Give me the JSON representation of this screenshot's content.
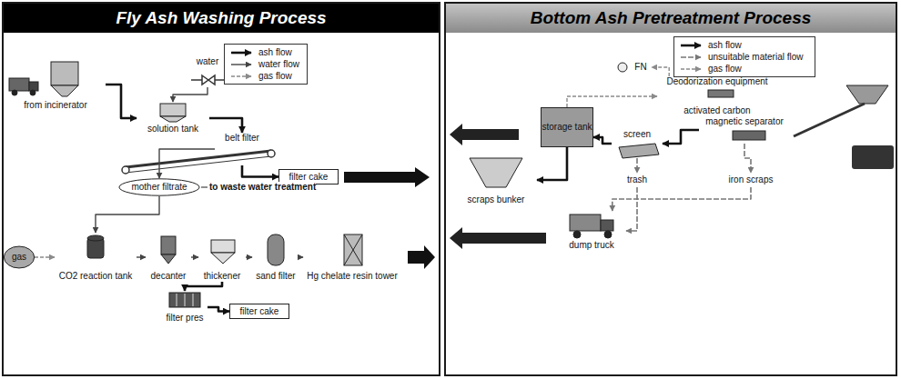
{
  "diagram": {
    "nodes": [
      {
        "text": [
          "Fly Ash Washing Process"
        ]
      },
      {
        "text": [
          "water"
        ],
        "in": 0
      },
      {
        "text": [
          "from incinerator"
        ],
        "in": 0
      },
      {
        "text": [
          "solution tank"
        ],
        "in": 0
      },
      {
        "text": [
          "belt filter"
        ],
        "in": 0
      },
      {
        "text": [
          "filter cake"
        ],
        "in": 0
      },
      {
        "text": [
          "mother filtrate"
        ],
        "in": 0
      },
      {
        "text": [
          "gas"
        ],
        "in": 0
      },
      {
        "text": [
          "CO2 reaction tank"
        ],
        "in": 0
      },
      {
        "text": [
          "decanter"
        ],
        "in": 0
      },
      {
        "text": [
          "thickener"
        ],
        "in": 0
      },
      {
        "text": [
          "sand filter"
        ],
        "in": 0
      },
      {
        "text": [
          "Hg chelate resin tower"
        ],
        "in": 0
      },
      {
        "text": [
          "filter pres"
        ],
        "in": 0
      },
      {
        "text": [
          "filter cake"
        ],
        "in": 0
      },
      {
        "text": [
          "Bottom Ash Pretreatment Process"
        ]
      },
      {
        "text": [
          "Deodorization equipment",
          "activated carbon"
        ],
        "in": 15
      },
      {
        "text": [
          "FN"
        ],
        "in": 15
      },
      {
        "text": [
          "storage tank"
        ],
        "in": 15
      },
      {
        "text": [
          "screen"
        ],
        "in": 15
      },
      {
        "text": [
          "magnetic separator"
        ],
        "in": 15
      },
      {
        "text": [
          "scraps bunker"
        ],
        "in": 15
      },
      {
        "text": [
          "trash"
        ],
        "in": 15
      },
      {
        "text": [
          "iron scraps"
        ],
        "in": 15
      },
      {
        "text": [
          "dump truck"
        ],
        "in": 15
      }
    ],
    "edges": [
      {
        "from": 2,
        "to": 3,
        "arrow": "to"
      },
      {
        "from": 1,
        "to": 3,
        "arrow": "to"
      },
      {
        "from": 3,
        "to": 4,
        "arrow": "to"
      },
      {
        "from": 4,
        "to": 5,
        "arrow": "to"
      },
      {
        "from": 4,
        "to": 6,
        "arrow": "to"
      },
      {
        "from": 6,
        "to": 8,
        "arrow": "to"
      },
      {
        "from": 7,
        "to": 8,
        "arrow": "to"
      },
      {
        "from": 8,
        "to": 9,
        "arrow": "to"
      },
      {
        "from": 9,
        "to": 10,
        "arrow": "to"
      },
      {
        "from": 10,
        "to": 11,
        "arrow": "to"
      },
      {
        "from": 11,
        "to": 12,
        "arrow": "to"
      },
      {
        "from": 10,
        "to": 13,
        "arrow": "to"
      },
      {
        "from": 13,
        "to": 14,
        "arrow": "to"
      },
      {
        "from": 20,
        "to": 19,
        "arrow": "to"
      },
      {
        "from": 19,
        "to": 18,
        "arrow": "to"
      },
      {
        "from": 20,
        "to": 23,
        "arrow": "to"
      },
      {
        "from": 19,
        "to": 22,
        "arrow": "to"
      },
      {
        "from": 18,
        "to": 16,
        "arrow": "to"
      },
      {
        "from": 16,
        "to": 17,
        "arrow": "to"
      },
      {
        "from": 18,
        "to": 21,
        "arrow": "to"
      },
      {
        "from": 22,
        "to": 24,
        "arrow": "to"
      },
      {
        "from": 23,
        "to": 24,
        "arrow": "to"
      }
    ],
    "labels": [
      "to waste water treatment"
    ],
    "legend": [
      {
        "text": "ash flow"
      },
      {
        "text": "water flow"
      },
      {
        "text": "gas flow"
      },
      {
        "text": "ash flow"
      },
      {
        "text": "unsuitable material flow"
      },
      {
        "text": "gas flow"
      }
    ]
  }
}
